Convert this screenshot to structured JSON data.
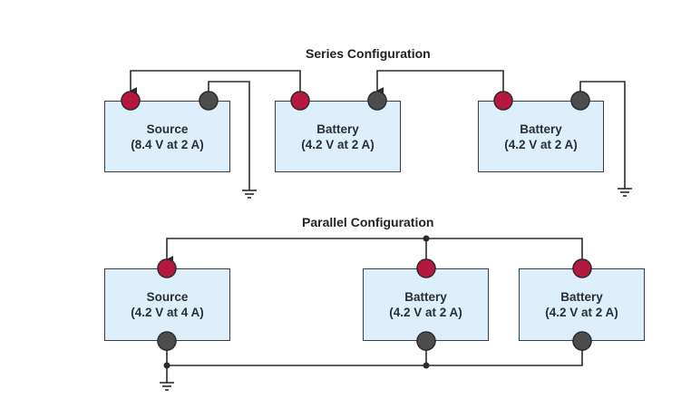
{
  "series": {
    "title": "Series Configuration",
    "units": [
      {
        "name": "Source",
        "rating": "(8.4 V at 2 A)"
      },
      {
        "name": "Battery",
        "rating": "(4.2 V at 2 A)"
      },
      {
        "name": "Battery",
        "rating": "(4.2 V at 2 A)"
      }
    ]
  },
  "parallel": {
    "title": "Parallel Configuration",
    "units": [
      {
        "name": "Source",
        "rating": "(4.2 V at 4 A)"
      },
      {
        "name": "Battery",
        "rating": "(4.2 V at 2 A)"
      },
      {
        "name": "Battery",
        "rating": "(4.2 V at 2 A)"
      }
    ]
  },
  "colors": {
    "positive_terminal": "#b5173f",
    "negative_terminal": "#4d4d4d",
    "box_fill": "#dceffa",
    "wire": "#2b2b2b"
  }
}
